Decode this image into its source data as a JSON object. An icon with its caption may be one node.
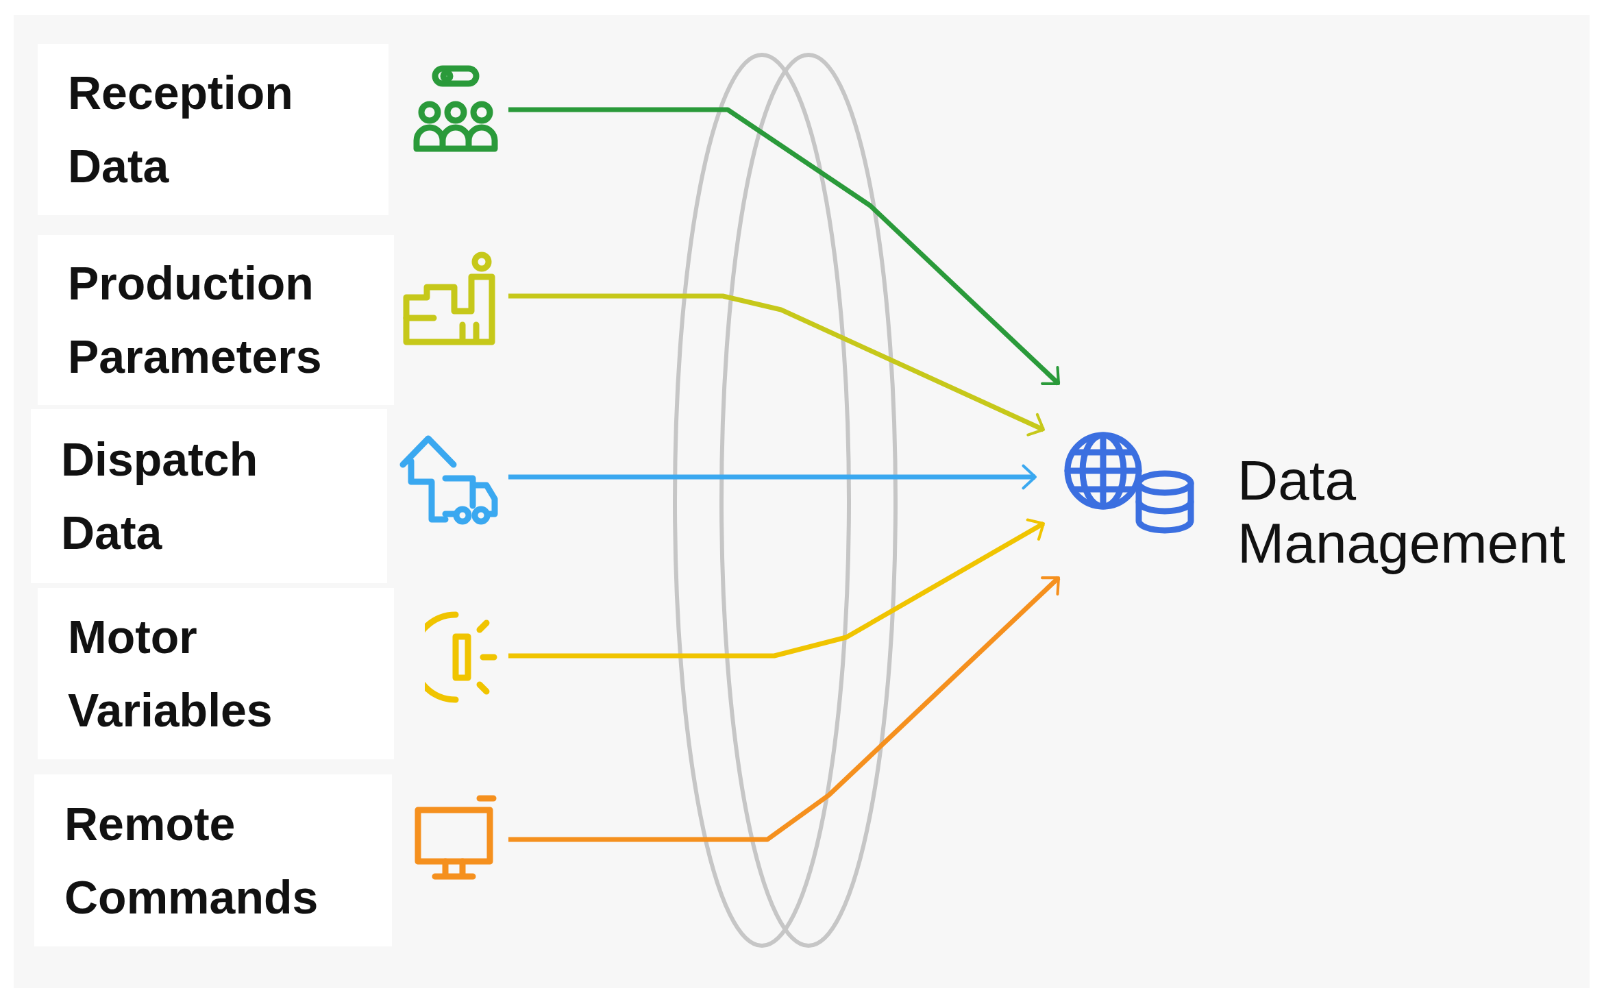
{
  "diagram": {
    "nodes": [
      {
        "text": [
          "Reception Data"
        ]
      },
      {
        "text": [
          "Production Parameters"
        ]
      },
      {
        "text": [
          "Dispatch Data"
        ]
      },
      {
        "text": [
          "Motor Variables"
        ]
      },
      {
        "text": [
          "Remote Commands"
        ]
      },
      {
        "text": [
          "Data Management"
        ]
      }
    ],
    "edges": [
      {
        "from": 0,
        "to": 5,
        "arrow": "to",
        "color": "#2a9a3a"
      },
      {
        "from": 1,
        "to": 5,
        "arrow": "to",
        "color": "#c6c81a"
      },
      {
        "from": 2,
        "to": 5,
        "arrow": "to",
        "color": "#3aa8f0"
      },
      {
        "from": 3,
        "to": 5,
        "arrow": "to",
        "color": "#f0c400"
      },
      {
        "from": 4,
        "to": 5,
        "arrow": "to",
        "color": "#f5901e"
      }
    ]
  }
}
